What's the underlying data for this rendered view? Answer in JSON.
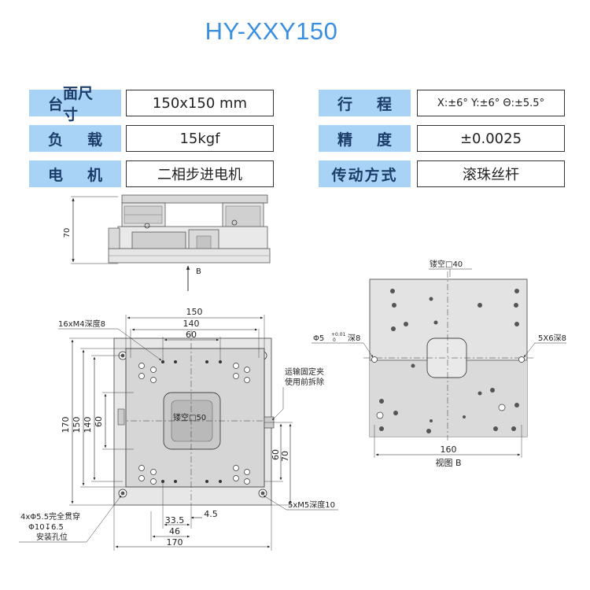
{
  "title": "HY-XXY150",
  "specs": [
    {
      "label_a": "台",
      "label_b": "面尺寸",
      "value": "150x150 mm"
    },
    {
      "label_a": "负",
      "label_b": "载",
      "value": "15kgf"
    },
    {
      "label_a": "电",
      "label_b": "机",
      "value": "二相步进电机"
    },
    {
      "label_a": "行",
      "label_b": "程",
      "value": "X:±6° Y:±6° Θ:±5.5°"
    },
    {
      "label_a": "精",
      "label_b": "度",
      "value": "±0.0025"
    },
    {
      "label_a": "",
      "label_b": "传动方式",
      "value": "滚珠丝杆"
    }
  ],
  "side_view": {
    "dim_height": "70",
    "arrow_label": "B"
  },
  "top_view": {
    "dim_150": "150",
    "dim_140": "140",
    "dim_60": "60",
    "dim_170_left": "170",
    "dim_150_left": "150",
    "dim_140_left": "140",
    "dim_60_left": "60",
    "dim_60_right": "60",
    "dim_70_right": "70",
    "dim_33_5": "33.5",
    "dim_4_5": "4.5",
    "dim_46": "46",
    "dim_170_bottom": "170",
    "note_holes": "16xM4深度8",
    "note_center": "镂空□50",
    "note_transport_1": "运输固定夹",
    "note_transport_2": "使用前拆除",
    "note_m5": "5xM5深度10",
    "note_mount_1": "4xΦ5.5完全贯穿",
    "note_mount_2": "Φ10↧6.5",
    "note_mount_3": "安装孔位"
  },
  "view_b": {
    "note_center": "镂空□40",
    "note_pin": "Φ5",
    "note_pin_tol_upper": "+0.01",
    "note_pin_tol_lower": "0",
    "note_pin_depth": "深8",
    "note_right": "5X6深8",
    "dim_160": "160",
    "caption": "视图 B"
  }
}
